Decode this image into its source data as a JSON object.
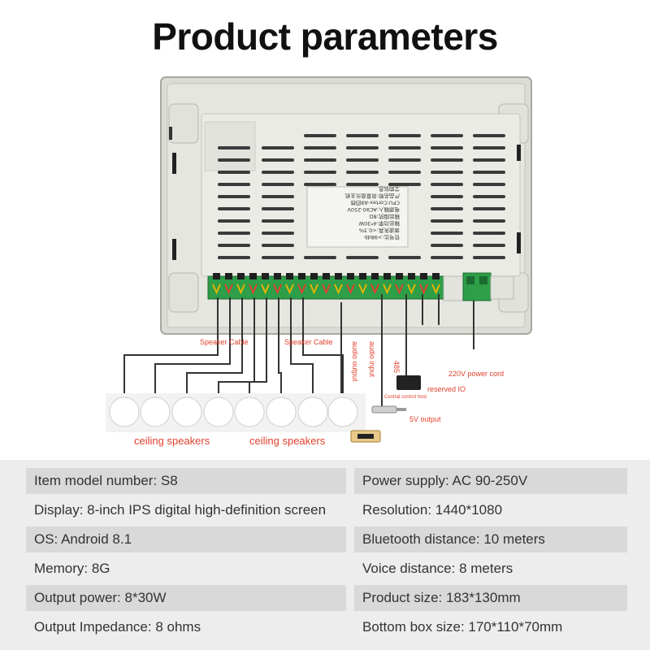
{
  "title": "Product parameters",
  "device": {
    "back_label_lines": [
      "信号比:>98db",
      "谐波失真:<0.3%",
      "输出功率:4*30W",
      "输出阻抗:8Ω",
      "电源输入:AC90-250V",
      "CPU:Cortex-A9四核",
      "产品名称:背景音乐主机",
      "艾韵信息"
    ]
  },
  "annotations": {
    "speaker_cable_1": "Speaker Cable",
    "speaker_cable_2": "Speaker Cable",
    "audio_output": "audio output",
    "audio_input": "audio input",
    "port_485": "485",
    "central_host": "Central control host",
    "reserved_io": "reserved IO",
    "power_cord": "220V power cord",
    "output_5v": "5V output",
    "ceiling_1": "ceiling speakers",
    "ceiling_2": "ceiling speakers"
  },
  "colors": {
    "accent_red": "#e0402c",
    "terminal_green": "#2e9e49",
    "table_bg": "#ededed",
    "row_shade": "#d9d9d9"
  },
  "specs": {
    "left": [
      "Item model number: S8",
      "Display: 8-inch IPS digital high-definition screen",
      "OS: Android 8.1",
      "Memory: 8G",
      "Output power: 8*30W",
      "Output Impedance: 8 ohms"
    ],
    "right": [
      "Power supply: AC 90-250V",
      "Resolution: 1440*1080",
      "Bluetooth distance: 10 meters",
      "Voice distance: 8 meters",
      "Product size: 183*130mm",
      "Bottom box size: 170*110*70mm"
    ]
  }
}
